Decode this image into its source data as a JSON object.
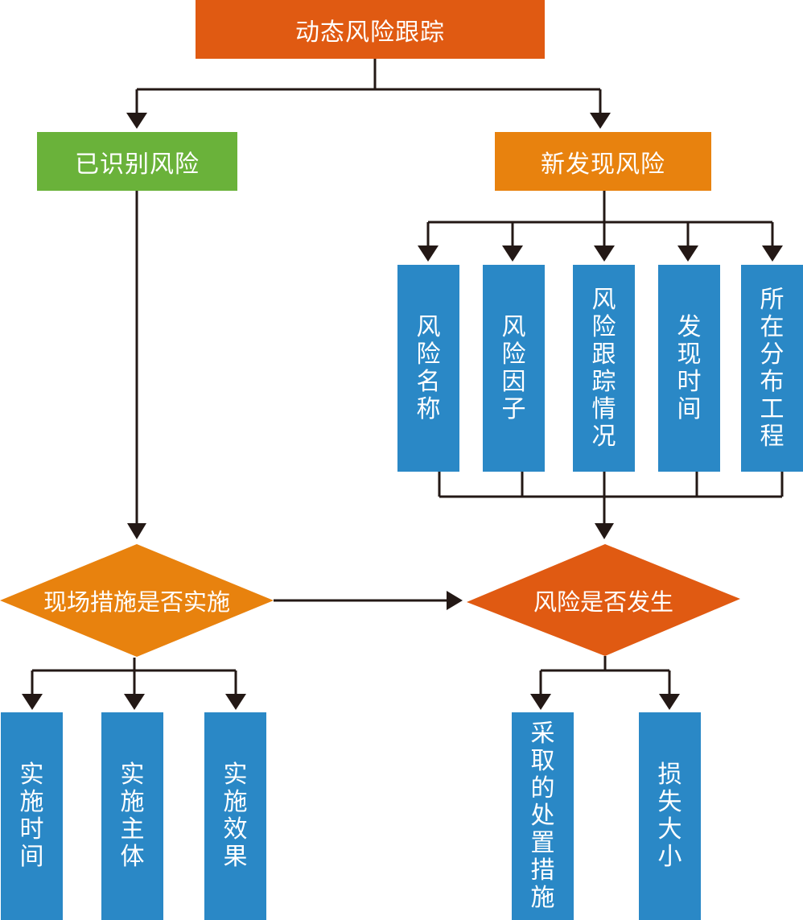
{
  "colors": {
    "root": "#e05a12",
    "identified": "#6ab23a",
    "new_found": "#e8820e",
    "attribute_box": "#2a88c6",
    "decision_left": "#e8820e",
    "decision_right": "#e05a12",
    "connector": "#231815"
  },
  "root": {
    "label": "动态风险跟踪"
  },
  "branches": {
    "identified": {
      "label": "已识别风险"
    },
    "new_found": {
      "label": "新发现风险",
      "attributes": [
        "风险名称",
        "风险因子",
        "风险跟踪情况",
        "发现时间",
        "所在分布工程"
      ]
    }
  },
  "decisions": {
    "measures_implemented": {
      "label": "现场措施是否实施",
      "outcomes": [
        "实施时间",
        "实施主体",
        "实施效果"
      ]
    },
    "risk_occurred": {
      "label": "风险是否发生",
      "outcomes": [
        "采取的处置措施",
        "损失大小"
      ]
    }
  }
}
